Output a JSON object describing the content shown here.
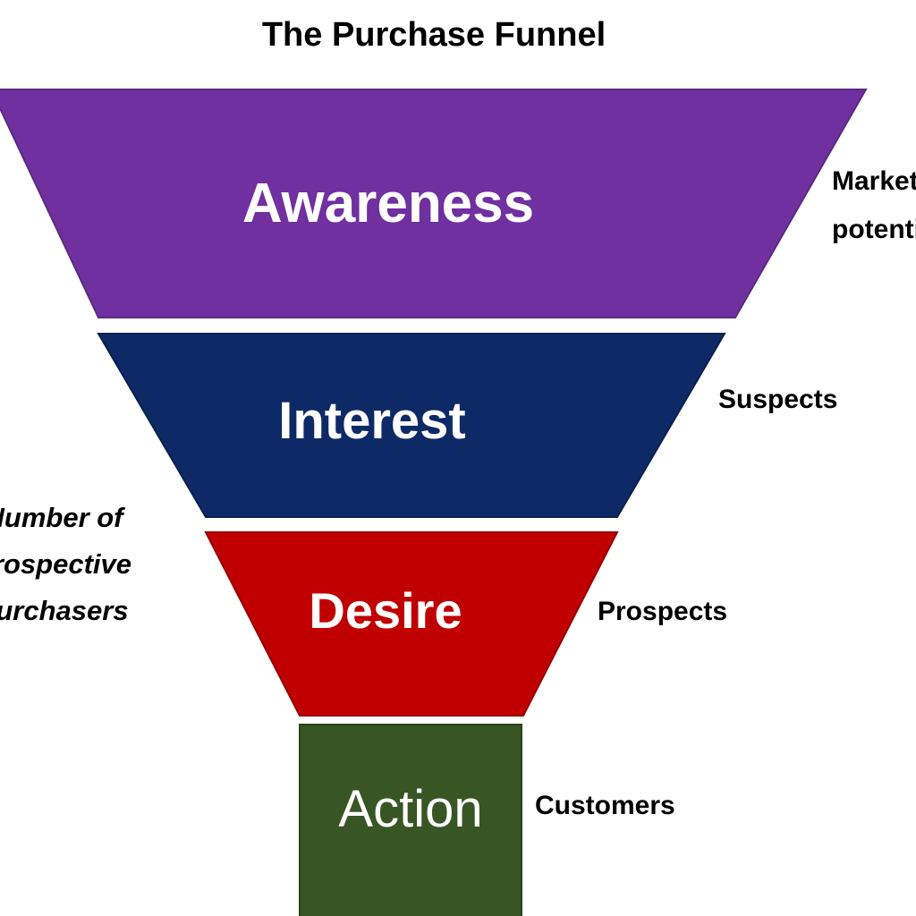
{
  "title": "The Purchase Funnel",
  "stages": [
    {
      "label": "Awareness",
      "side_label": "Market potential",
      "side_lines": [
        "Market",
        "potential"
      ],
      "color": "#7030a0"
    },
    {
      "label": "Interest",
      "side_label": "Suspects",
      "side_lines": [
        "Suspects"
      ],
      "color": "#0e2a66"
    },
    {
      "label": "Desire",
      "side_label": "Prospects",
      "side_lines": [
        "Prospects"
      ],
      "color": "#c00000"
    },
    {
      "label": "Action",
      "side_label": "Customers",
      "side_lines": [
        "Customers"
      ],
      "color": "#375623"
    }
  ],
  "left_label": {
    "text": "Number of prospective purchasers",
    "lines": [
      "Number of",
      "prospective",
      "purchasers"
    ]
  }
}
